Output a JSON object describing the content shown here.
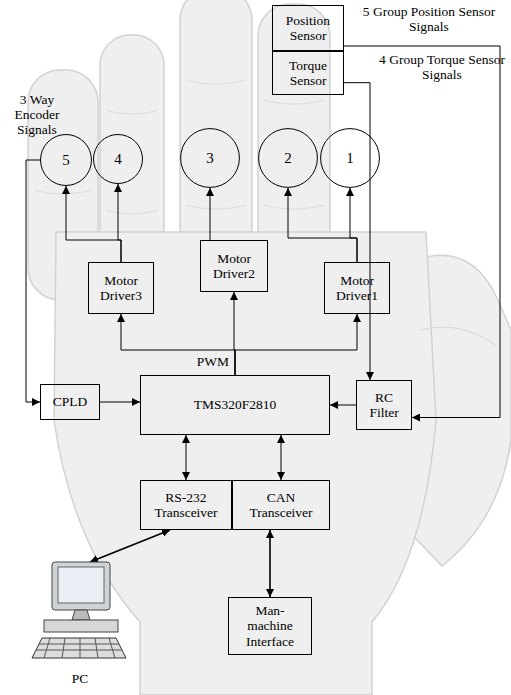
{
  "diagram": {
    "nodes": [
      {
        "text": [
          "Position Sensor"
        ]
      },
      {
        "text": [
          "Torque Sensor"
        ]
      },
      {
        "text": [
          "5"
        ]
      },
      {
        "text": [
          "4"
        ]
      },
      {
        "text": [
          "3"
        ]
      },
      {
        "text": [
          "2"
        ]
      },
      {
        "text": [
          "1"
        ]
      },
      {
        "text": [
          "Motor Driver3"
        ]
      },
      {
        "text": [
          "Motor Driver2"
        ]
      },
      {
        "text": [
          "Motor Driver1"
        ]
      },
      {
        "text": [
          "CPLD"
        ]
      },
      {
        "text": [
          "TMS320F2810"
        ]
      },
      {
        "text": [
          "RC Filter"
        ]
      },
      {
        "text": [
          "RS-232 Transceiver"
        ]
      },
      {
        "text": [
          "CAN Transceiver"
        ]
      },
      {
        "text": [
          "PC"
        ]
      },
      {
        "text": [
          "Man-machine Interface"
        ]
      }
    ],
    "edges": [
      {
        "from": 7,
        "to": 2,
        "arrow": "to"
      },
      {
        "from": 7,
        "to": 3,
        "arrow": "to"
      },
      {
        "from": 8,
        "to": 4,
        "arrow": "to"
      },
      {
        "from": 9,
        "to": 5,
        "arrow": "to"
      },
      {
        "from": 9,
        "to": 6,
        "arrow": "to"
      },
      {
        "from": 11,
        "to": 7,
        "arrow": "to"
      },
      {
        "from": 11,
        "to": 8,
        "arrow": "to"
      },
      {
        "from": 11,
        "to": 9,
        "arrow": "to"
      },
      {
        "from": 2,
        "to": 10,
        "arrow": "to"
      },
      {
        "from": 10,
        "to": 11,
        "arrow": "to"
      },
      {
        "from": 12,
        "to": 11,
        "arrow": "to"
      },
      {
        "from": 0,
        "to": 12,
        "arrow": "to"
      },
      {
        "from": 1,
        "to": 12,
        "arrow": "to"
      },
      {
        "from": 11,
        "to": 13,
        "arrow": "both"
      },
      {
        "from": 11,
        "to": 14,
        "arrow": "both"
      },
      {
        "from": 13,
        "to": 15,
        "arrow": "both"
      },
      {
        "from": 14,
        "to": 16,
        "arrow": "both"
      }
    ],
    "labels": [
      "5 Group Position Sensor Signals",
      "4 Group Torque Sensor Signals",
      "3 Way Encoder Signals",
      "PWM"
    ]
  }
}
